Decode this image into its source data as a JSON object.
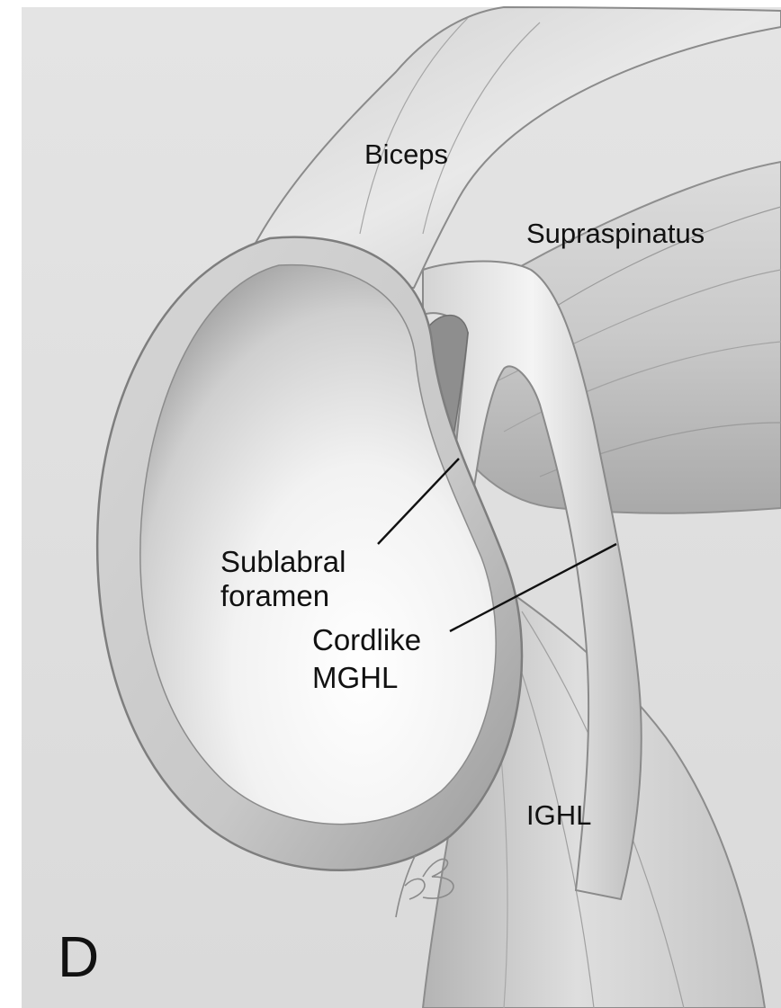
{
  "figure": {
    "panel_letter": "D",
    "artist_signature": "RB",
    "labels": {
      "biceps": "Biceps",
      "supraspinatus": "Supraspinatus",
      "sublabral_foramen": [
        "Sublabral",
        "foramen"
      ],
      "cordlike_mghl": [
        "Cordlike",
        "MGHL"
      ],
      "ighl": "IGHL"
    }
  }
}
